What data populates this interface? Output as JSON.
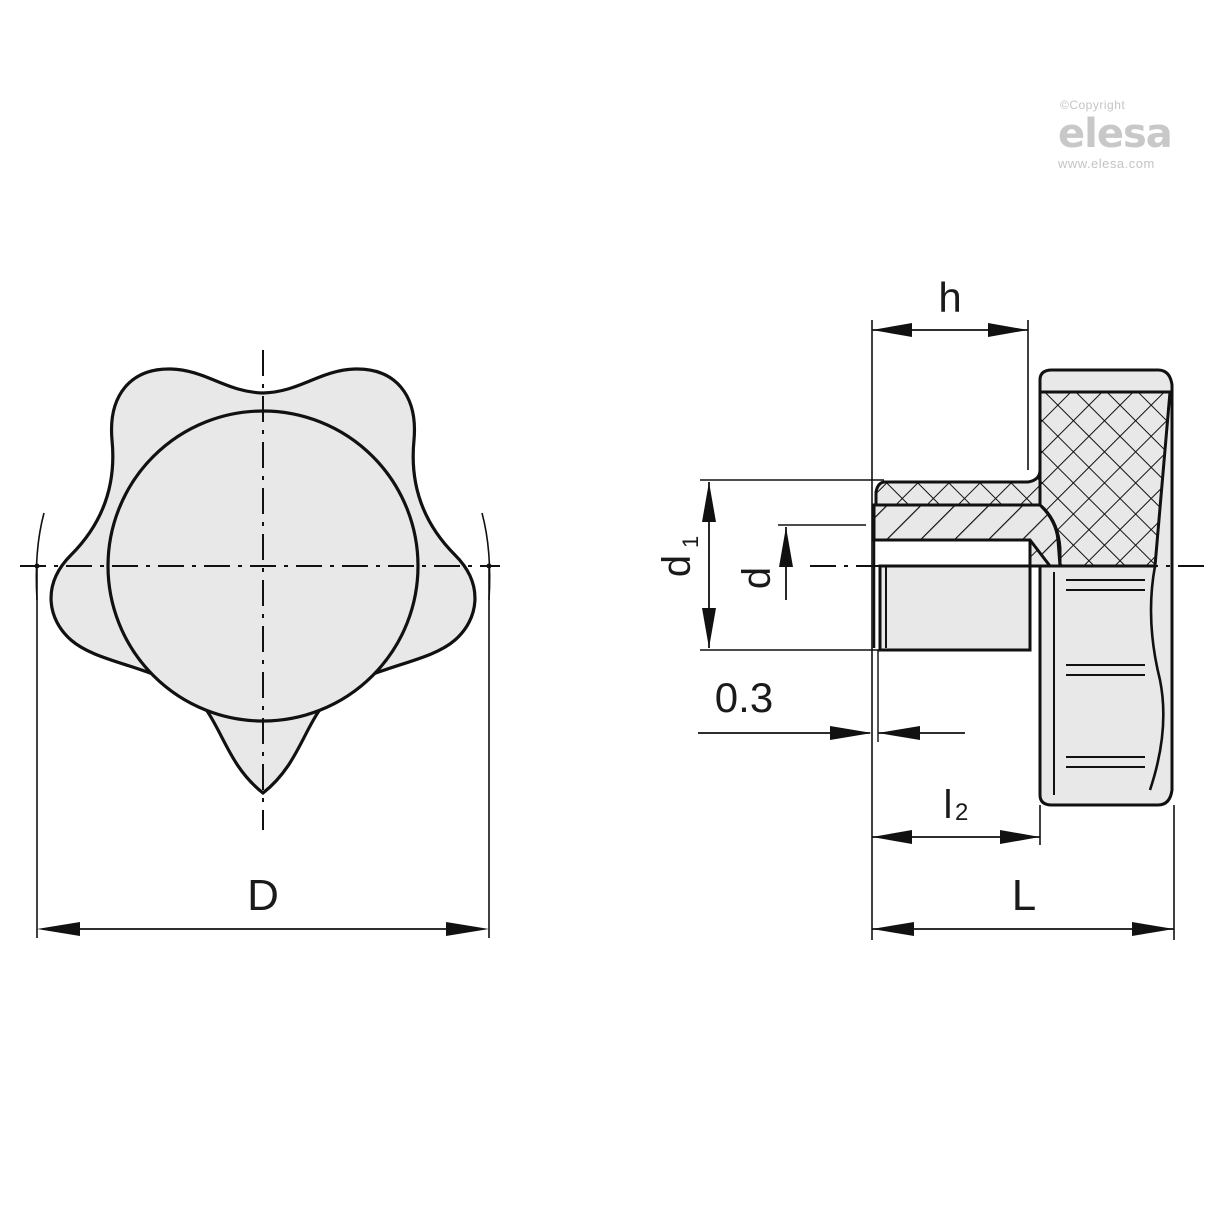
{
  "watermark": {
    "copyright": "©Copyright",
    "brand": "elesa",
    "url": "www.elesa.com",
    "color": "#c4c4c4"
  },
  "front_view": {
    "dimension_label": "D",
    "description": "Five-lobe knob front view with centre lines"
  },
  "side_view": {
    "labels": {
      "h": "h",
      "d1_main": "d",
      "d1_sub": "1",
      "d": "d",
      "chamfer": "0.3",
      "l2_main": "l",
      "l2_sub": "2",
      "L": "L"
    },
    "description": "Sectional side view with knurled hub and threaded bushing"
  },
  "colors": {
    "line": "#111111",
    "fill": "#e8e8e8",
    "background": "#ffffff"
  }
}
